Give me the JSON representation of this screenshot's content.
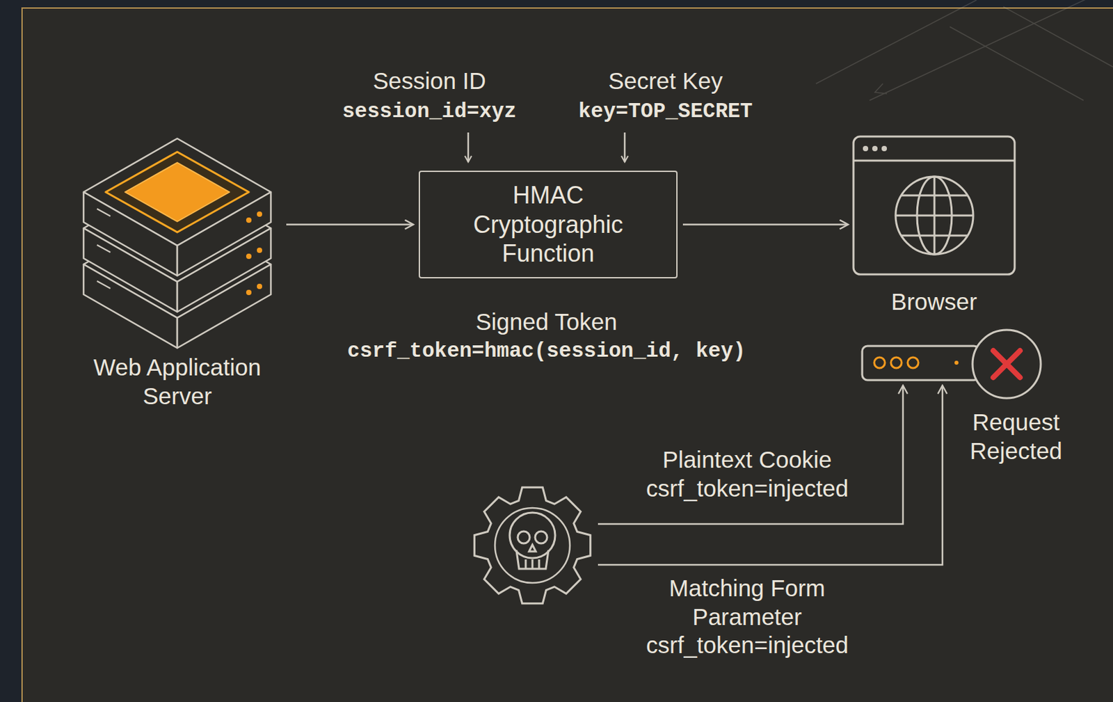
{
  "diagram": {
    "nodes": [
      {
        "text": [
          "Web Application Server"
        ]
      },
      {
        "text": [
          "HMAC Cryptographic Function"
        ]
      },
      {
        "text": [
          "Browser"
        ]
      },
      {
        "text": [
          "Request Rejected"
        ]
      },
      {
        "text": []
      }
    ],
    "edges": [
      {
        "from": 0,
        "to": 1,
        "arrow": "to"
      },
      {
        "from": 1,
        "to": 2,
        "arrow": "to"
      },
      {
        "from": 4,
        "to": 3,
        "label": "Plaintext Cookie csrf_token=injected",
        "arrow": "to"
      },
      {
        "from": 4,
        "to": 3,
        "label": "Matching Form Parameter csrf_token=injected",
        "arrow": "to"
      }
    ],
    "labels": [
      "Session ID",
      "session_id=xyz",
      "Secret Key",
      "key=TOP_SECRET",
      "Signed Token",
      "csrf_token=hmac(session_id, key)"
    ]
  }
}
